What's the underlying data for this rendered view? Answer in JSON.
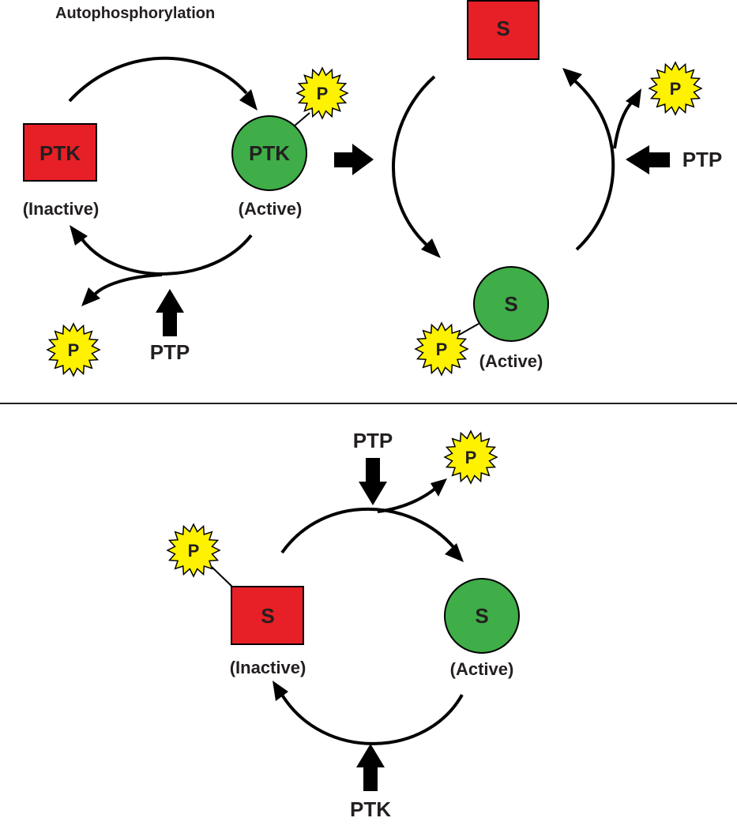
{
  "colors": {
    "inactive_fill": "#e71f26",
    "active_fill": "#3fad48",
    "phosphate_fill": "#fff200",
    "ink": "#000000",
    "text": "#231f20"
  },
  "top": {
    "title": "Autophosphorylation",
    "ptk_inactive": {
      "symbol": "PTK",
      "state": "(Inactive)"
    },
    "ptk_active": {
      "symbol": "PTK",
      "state": "(Active)",
      "phosphate": "P"
    },
    "released_phosphate": "P",
    "dephosphorylating_enzyme": "PTP",
    "substrate_inactive": {
      "symbol": "S"
    },
    "substrate_active": {
      "symbol": "S",
      "state": "(Active)",
      "phosphate": "P"
    },
    "substrate_released_phosphate": "P",
    "substrate_dephosphorylating_enzyme": "PTP"
  },
  "bottom": {
    "enzyme_top": "PTP",
    "released_phosphate": "P",
    "substrate_inactive": {
      "symbol": "S",
      "state": "(Inactive)",
      "phosphate": "P"
    },
    "substrate_active": {
      "symbol": "S",
      "state": "(Active)"
    },
    "enzyme_bottom": "PTK"
  }
}
